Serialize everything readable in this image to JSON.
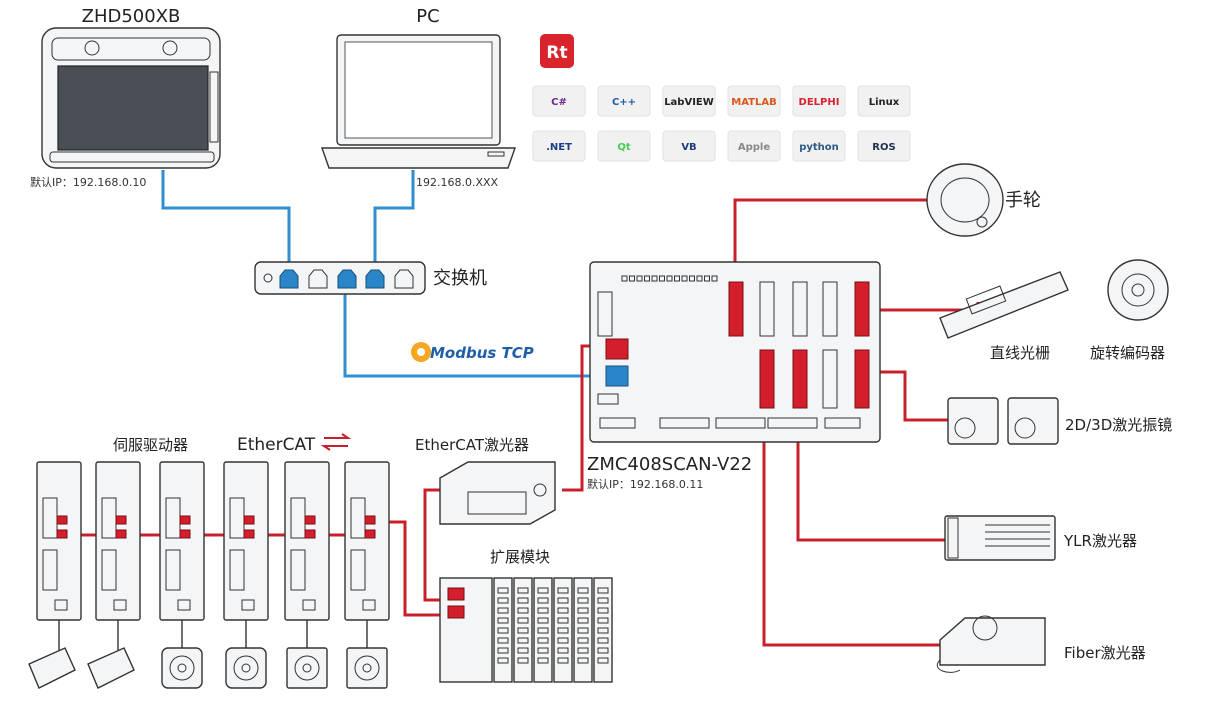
{
  "labels": {
    "pendant": "ZHD500XB",
    "pendant_ip": "默认IP：192.168.0.10",
    "pc": "PC",
    "pc_ip": "192.168.0.XXX",
    "switch": "交换机",
    "modbus": "Modbus TCP",
    "servo_drives": "伺服驱动器",
    "ethercat_logo": "EtherCAT",
    "ethercat_laser": "EtherCAT激光器",
    "controller": "ZMC408SCAN-V22",
    "controller_ip": "默认IP：192.168.0.11",
    "expansion": "扩展模块",
    "handwheel": "手轮",
    "linear_scale": "直线光栅",
    "rotary_encoder": "旋转编码器",
    "galvo": "2D/3D激光振镜",
    "ylr": "YLR激光器",
    "fiber": "Fiber激光器"
  },
  "software_icons": {
    "rt": "Rt",
    "row1": [
      "C#",
      "C++",
      "LabVIEW",
      "MATLAB",
      "DELPHI",
      "Linux"
    ],
    "row2": [
      ".NET",
      "Qt",
      "VB",
      "Apple",
      "python",
      "ROS"
    ]
  },
  "colors": {
    "wire_red": "#c8202b",
    "wire_blue": "#2f8fd0",
    "device_fill": "#f4f5f6",
    "device_stroke": "#333333"
  }
}
